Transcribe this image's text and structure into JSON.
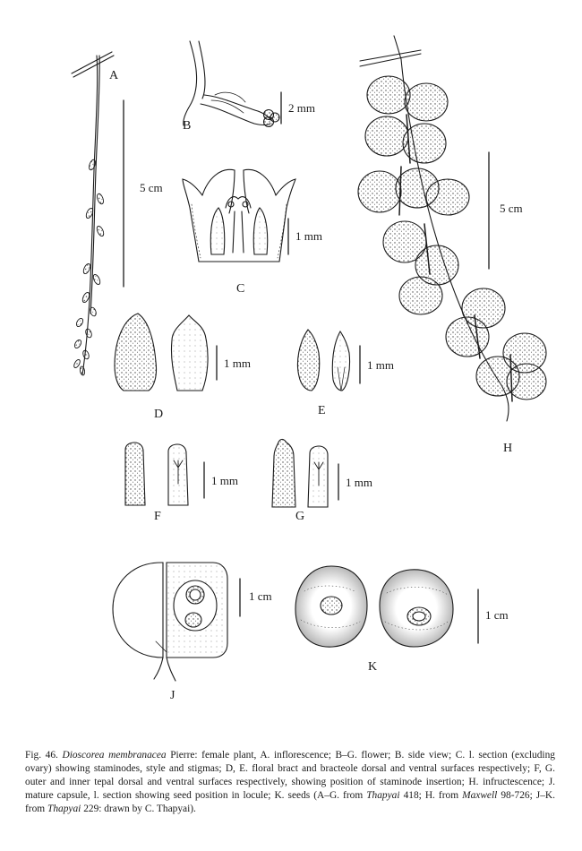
{
  "labels": {
    "A": "A",
    "B": "B",
    "C": "C",
    "D": "D",
    "E": "E",
    "F": "F",
    "G": "G",
    "H": "H",
    "J": "J",
    "K": "K"
  },
  "scales": {
    "A": "5 cm",
    "B": "2 mm",
    "C": "1 mm",
    "D": "1 mm",
    "E": "1 mm",
    "F": "1 mm",
    "G": "1 mm",
    "H": "5 cm",
    "J": "1 cm",
    "K": "1 cm"
  },
  "caption": {
    "fig": "Fig. 46.",
    "species": "Dioscorea membranacea",
    "text1": " Pierre: female plant, A. inflorescence; B–G. flower; B. side view; C. l. section (excluding ovary) showing staminodes, style and stigmas; D, E. floral bract and bracteole dorsal and ventral surfaces respectively; F, G. outer and inner tepal dorsal and ventral surfaces respectively, showing position of staminode insertion; H. infructescence; J. mature capsule, l. section showing seed position in locule; K. seeds (A–G. from ",
    "collector1": "Thapyai",
    "text2": " 418; H. from ",
    "collector2": "Maxwell",
    "text3": " 98-726; J–K. from ",
    "collector3": "Thapyai",
    "text4": " 229: drawn by C. Thapyai)."
  }
}
